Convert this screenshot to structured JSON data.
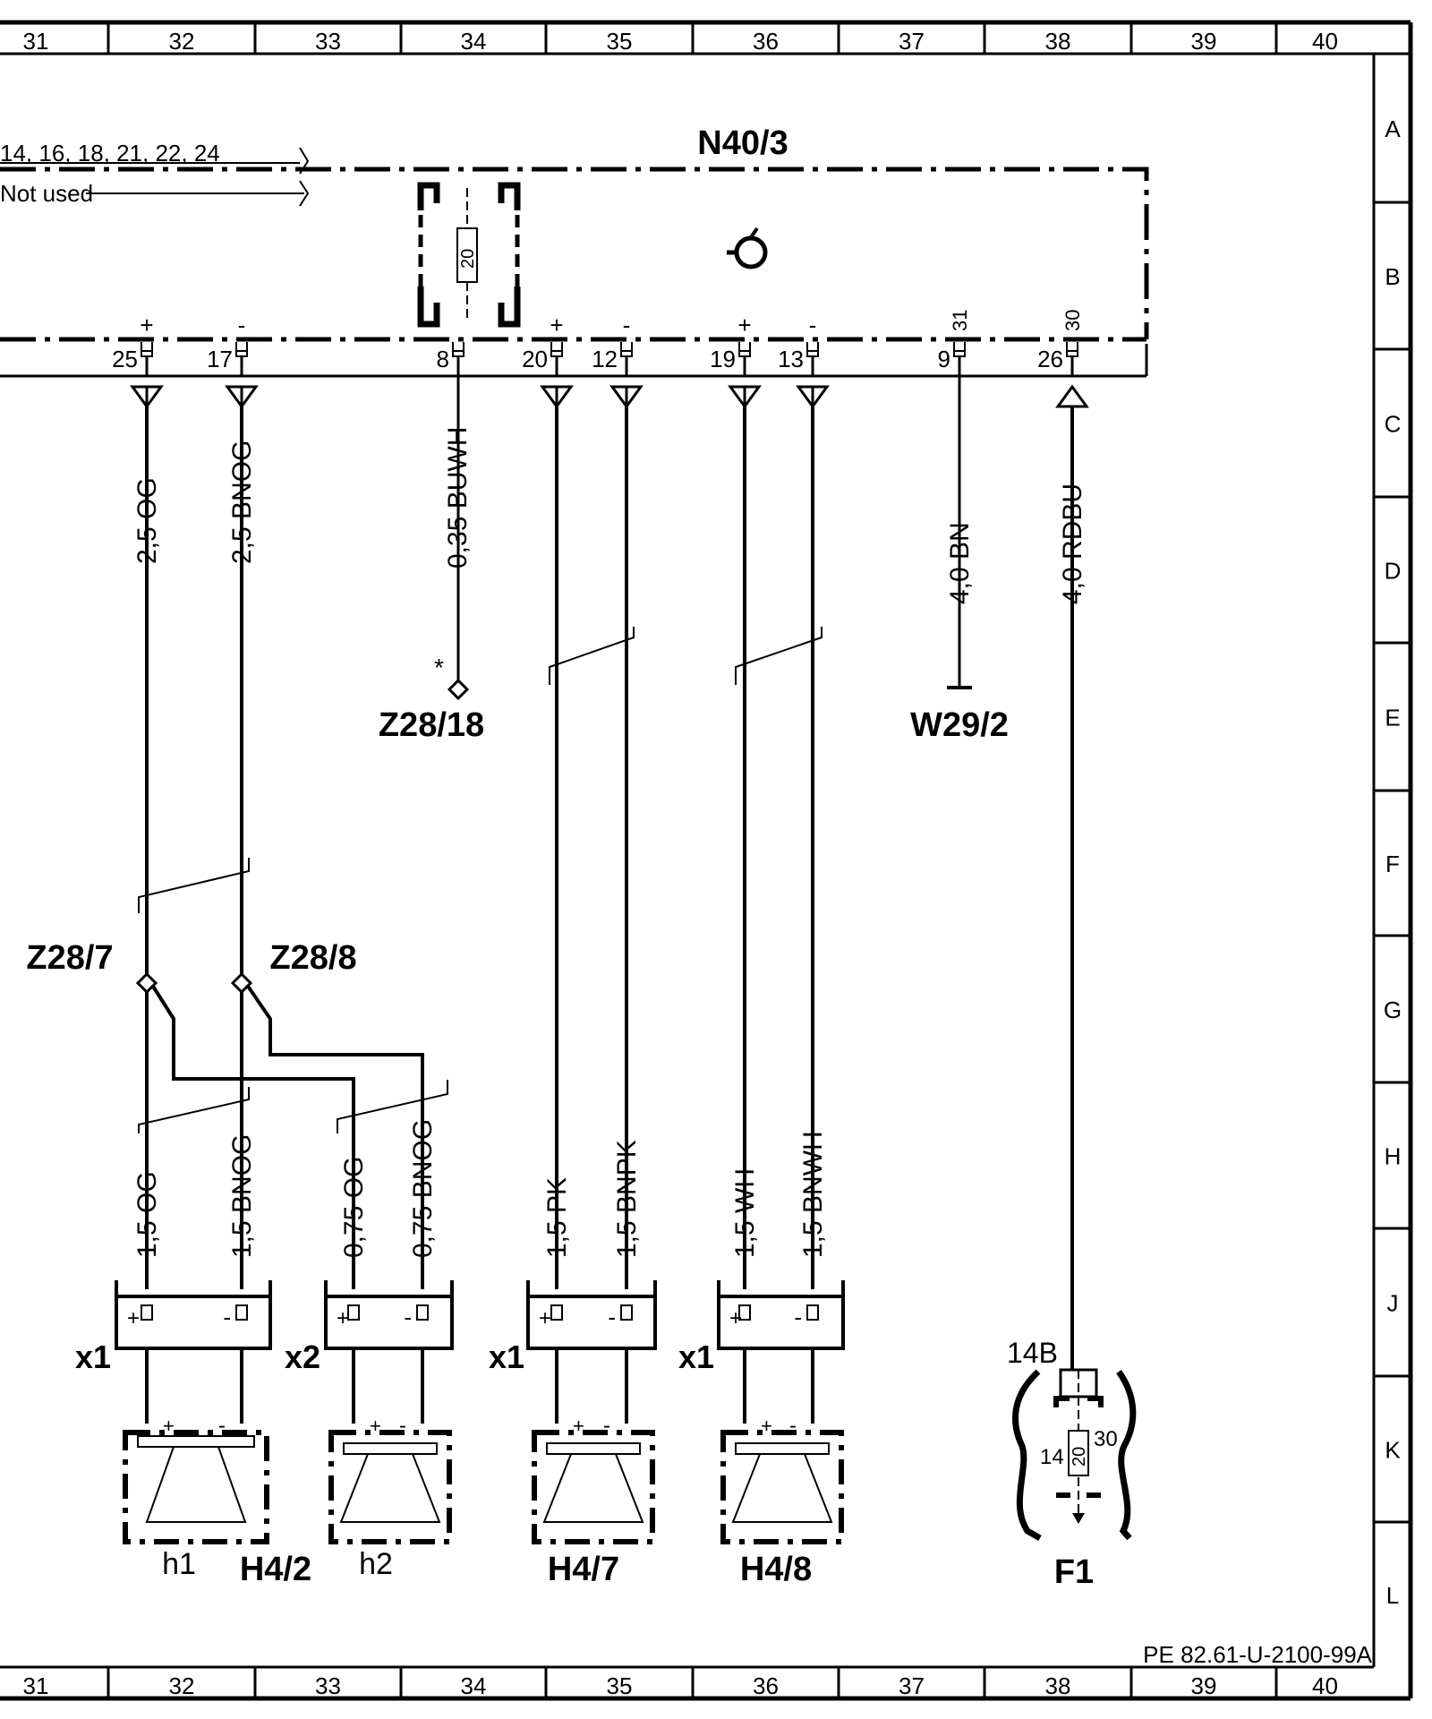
{
  "grid": {
    "columns": [
      "31",
      "32",
      "33",
      "34",
      "35",
      "36",
      "37",
      "38",
      "39",
      "40"
    ],
    "rows": [
      "A",
      "B",
      "C",
      "D",
      "E",
      "F",
      "G",
      "H",
      "J",
      "K",
      "L"
    ]
  },
  "drawing_number": "PE 82.61-U-2100-99A",
  "control_unit": {
    "name": "N40/3",
    "bus_pins": "14, 16, 18, 21, 22, 24",
    "not_used_label": "Not used",
    "internal_fuse_value": "20",
    "pins": [
      {
        "number": "25",
        "polarity": "+",
        "wire": "2,5 OG"
      },
      {
        "number": "17",
        "polarity": "-",
        "wire": "2,5 BNOG"
      },
      {
        "number": "8",
        "polarity": "",
        "wire": "0,35 BUWH"
      },
      {
        "number": "20",
        "polarity": "+",
        "wire": ""
      },
      {
        "number": "12",
        "polarity": "-",
        "wire": ""
      },
      {
        "number": "19",
        "polarity": "+",
        "wire": ""
      },
      {
        "number": "13",
        "polarity": "-",
        "wire": ""
      },
      {
        "number": "9",
        "polarity": "31",
        "wire": "4,0 BN"
      },
      {
        "number": "26",
        "polarity": "30",
        "wire": "4,0 RDBU"
      }
    ]
  },
  "splices": {
    "z28_18": "Z28/18",
    "z28_18_note": "*",
    "z28_7": "Z28/7",
    "z28_8": "Z28/8",
    "w29_2": "W29/2"
  },
  "wires_lower": [
    "1,5 OG",
    "1,5 BNOG",
    "0,75 OG",
    "0,75 BNOG",
    "1,5 PK",
    "1,5 BNPK",
    "1,5 WH",
    "1,5 BNWH"
  ],
  "connectors": [
    {
      "label": "x1",
      "plus": "+",
      "minus": "-"
    },
    {
      "label": "x2",
      "plus": "+",
      "minus": "-"
    },
    {
      "label": "x1",
      "plus": "+",
      "minus": "-"
    },
    {
      "label": "x1",
      "plus": "+",
      "minus": "-"
    }
  ],
  "speakers": {
    "h1": "h1",
    "h2": "h2",
    "h4_2": "H4/2",
    "h4_7": "H4/7",
    "h4_8": "H4/8",
    "plus": "+",
    "minus": "-"
  },
  "fuse": {
    "name": "F1",
    "number": "14B",
    "value": "20",
    "terminal_in": "14",
    "terminal_out": "30"
  }
}
